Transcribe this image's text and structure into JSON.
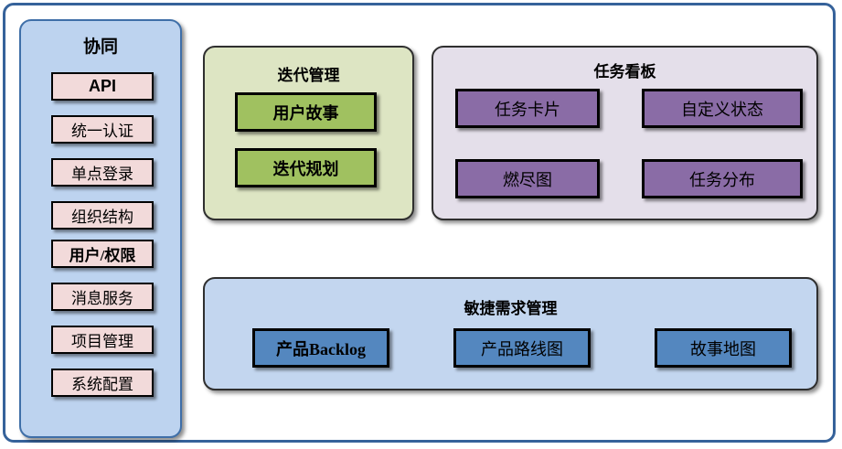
{
  "diagram": {
    "frame_border_color": "#36629a",
    "background": "#ffffff"
  },
  "sidebar": {
    "title": "协同",
    "panel_fill": "#bdd3ef",
    "panel_border": "#3f6fa8",
    "item_fill": "#f2dada",
    "items": [
      {
        "label": "API",
        "style": "latin"
      },
      {
        "label": "统一认证",
        "style": "cjk"
      },
      {
        "label": "单点登录",
        "style": "cjk"
      },
      {
        "label": "组织结构",
        "style": "cjk"
      },
      {
        "label": "用户/权限",
        "style": "mixed"
      },
      {
        "label": "消息服务",
        "style": "cjk"
      },
      {
        "label": "项目管理",
        "style": "cjk"
      },
      {
        "label": "系统配置",
        "style": "cjk"
      }
    ]
  },
  "iteration": {
    "title": "迭代管理",
    "panel_fill": "#dde5c3",
    "card_fill": "#a0c160",
    "cards": [
      {
        "label": "用户故事"
      },
      {
        "label": "迭代规划"
      }
    ]
  },
  "taskboard": {
    "title": "任务看板",
    "panel_fill": "#e4dfea",
    "card_fill": "#8a6ca6",
    "cards": [
      {
        "label": "任务卡片"
      },
      {
        "label": "自定义状态"
      },
      {
        "label": "燃尽图"
      },
      {
        "label": "任务分布"
      }
    ]
  },
  "agile": {
    "title": "敏捷需求管理",
    "panel_fill": "#c3d6ef",
    "card_fill": "#5487bf",
    "cards": [
      {
        "label": "产品Backlog",
        "style": "mixed"
      },
      {
        "label": "产品路线图",
        "style": "cjk"
      },
      {
        "label": "故事地图",
        "style": "cjk"
      }
    ]
  }
}
